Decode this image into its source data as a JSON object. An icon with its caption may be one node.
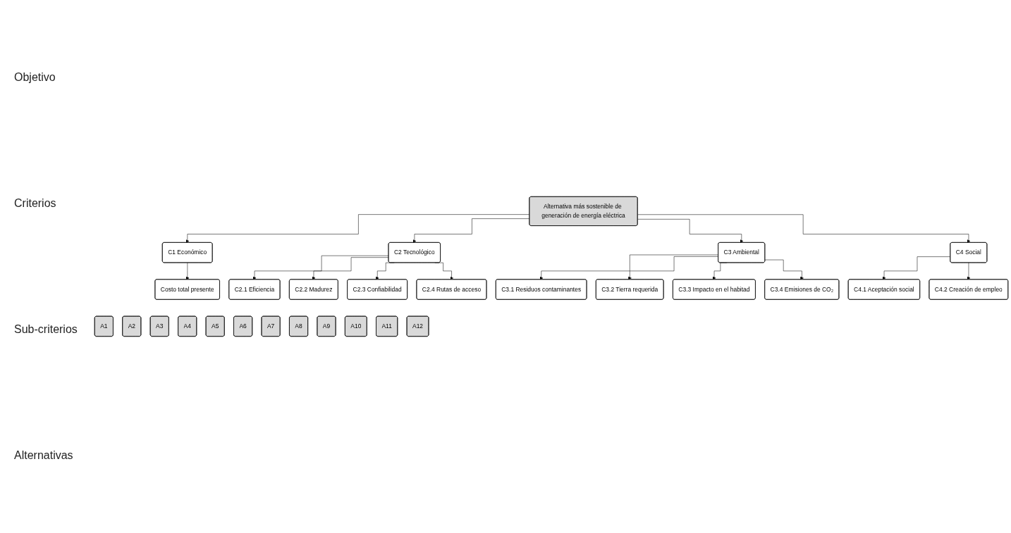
{
  "diagram": {
    "nodes": [
      {
        "text": [
          "Alternativa más sostenible de generación de energía eléctrica"
        ]
      },
      {
        "text": [
          "C1 Económico"
        ]
      },
      {
        "text": [
          "Costo total presente"
        ]
      },
      {
        "text": [
          "C2 Tecnológico"
        ]
      },
      {
        "text": [
          "C2.1 Eficiencia"
        ]
      },
      {
        "text": [
          "C2.2 Madurez"
        ]
      },
      {
        "text": [
          "C2.3 Confiabilidad"
        ]
      },
      {
        "text": [
          "C2.4 Rutas de acceso"
        ]
      },
      {
        "text": [
          "C3 Ambiental"
        ]
      },
      {
        "text": [
          "C3.1 Residuos contaminantes"
        ]
      },
      {
        "text": [
          "C3.2 Tierra requerida"
        ]
      },
      {
        "text": [
          "C3.3 Impacto en el habitad"
        ]
      },
      {
        "text": [
          "C3.4 Emisiones de CO₂"
        ]
      },
      {
        "text": [
          "C4 Social"
        ]
      },
      {
        "text": [
          "C4.1 Aceptación social"
        ]
      },
      {
        "text": [
          "C4.2 Creación de empleo"
        ]
      },
      {
        "text": [
          "A1"
        ]
      },
      {
        "text": [
          "A2"
        ]
      },
      {
        "text": [
          "A3"
        ]
      },
      {
        "text": [
          "A4"
        ]
      },
      {
        "text": [
          "A5"
        ]
      },
      {
        "text": [
          "A6"
        ]
      },
      {
        "text": [
          "A7"
        ]
      },
      {
        "text": [
          "A8"
        ]
      },
      {
        "text": [
          "A9"
        ]
      },
      {
        "text": [
          "A10"
        ]
      },
      {
        "text": [
          "A11"
        ]
      },
      {
        "text": [
          "A12"
        ]
      }
    ],
    "edges": [
      {
        "from": 0,
        "to": 1,
        "arrow": "to"
      },
      {
        "from": 0,
        "to": 3,
        "arrow": "to"
      },
      {
        "from": 0,
        "to": 8,
        "arrow": "to"
      },
      {
        "from": 0,
        "to": 13,
        "arrow": "to"
      },
      {
        "from": 1,
        "to": 2,
        "arrow": "to"
      },
      {
        "from": 3,
        "to": 4,
        "arrow": "to"
      },
      {
        "from": 3,
        "to": 5,
        "arrow": "to"
      },
      {
        "from": 3,
        "to": 6,
        "arrow": "to"
      },
      {
        "from": 3,
        "to": 7,
        "arrow": "to"
      },
      {
        "from": 8,
        "to": 9,
        "arrow": "to"
      },
      {
        "from": 8,
        "to": 10,
        "arrow": "to"
      },
      {
        "from": 8,
        "to": 11,
        "arrow": "to"
      },
      {
        "from": 8,
        "to": 12,
        "arrow": "to"
      },
      {
        "from": 13,
        "to": 14,
        "arrow": "to"
      },
      {
        "from": 13,
        "to": 15,
        "arrow": "to"
      }
    ],
    "labels": [
      "Objetivo",
      "Criterios",
      "Sub-criterios",
      "Alternativas"
    ]
  }
}
